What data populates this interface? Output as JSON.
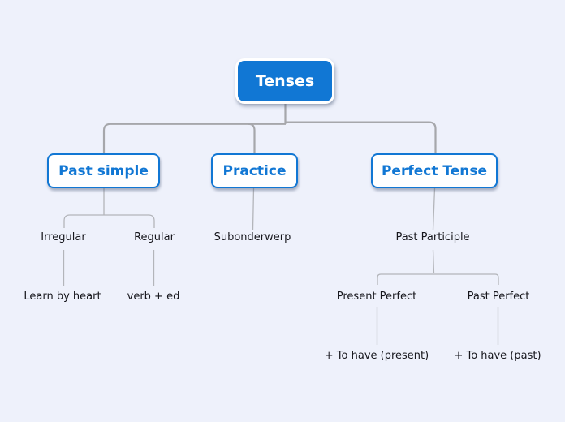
{
  "colors": {
    "background": "#eef1fb",
    "node_blue": "#1177d4",
    "node_text_light": "#ffffff",
    "connector_main": "#a6a7ab",
    "connector_sub": "#b3b5ba",
    "label_text": "#16161c"
  },
  "map": {
    "root": {
      "label": "Tenses"
    },
    "branches": [
      {
        "label": "Past simple",
        "children": [
          {
            "label": "Irregular",
            "children": [
              {
                "label": "Learn by heart"
              }
            ]
          },
          {
            "label": "Regular",
            "children": [
              {
                "label": "verb + ed"
              }
            ]
          }
        ]
      },
      {
        "label": "Practice",
        "children": [
          {
            "label": "Subonderwerp"
          }
        ]
      },
      {
        "label": "Perfect Tense",
        "children": [
          {
            "label": "Past Participle",
            "children": [
              {
                "label": "Present Perfect",
                "children": [
                  {
                    "label": "+ To have (present)"
                  }
                ]
              },
              {
                "label": "Past Perfect",
                "children": [
                  {
                    "label": "+ To have (past)"
                  }
                ]
              }
            ]
          }
        ]
      }
    ]
  }
}
